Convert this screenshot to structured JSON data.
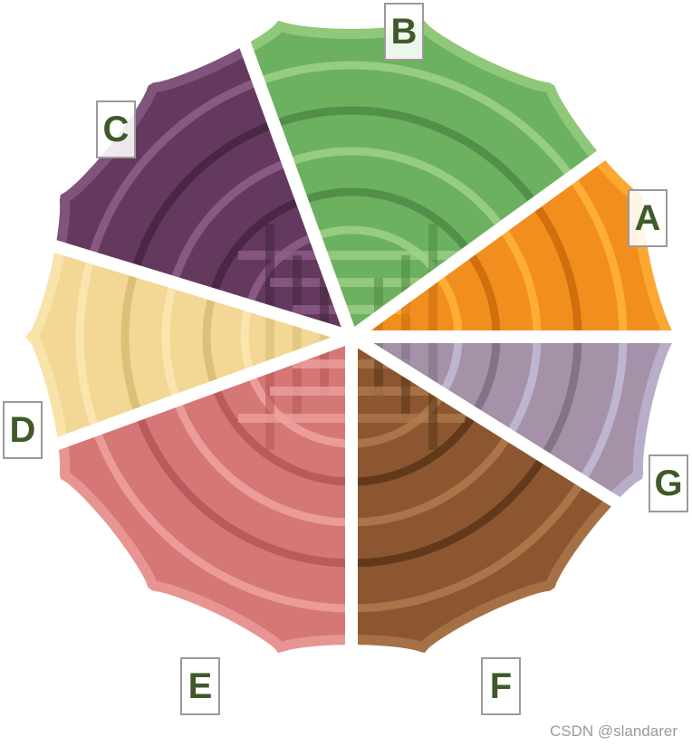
{
  "slices": [
    {
      "id": "A",
      "label": "A",
      "color": "#f28e1e",
      "pattern": "#ffb43c",
      "shadow": "#c96a0c"
    },
    {
      "id": "B",
      "label": "B",
      "color": "#6cb15f",
      "pattern": "#9fd286",
      "shadow": "#4e8a44"
    },
    {
      "id": "C",
      "label": "C",
      "color": "#633a5e",
      "pattern": "#8f5f89",
      "shadow": "#45253f"
    },
    {
      "id": "D",
      "label": "D",
      "color": "#f2d894",
      "pattern": "#fbe8b4",
      "shadow": "#d9bc73"
    },
    {
      "id": "E",
      "label": "E",
      "color": "#d57677",
      "pattern": "#eea39f",
      "shadow": "#b55657"
    },
    {
      "id": "F",
      "label": "F",
      "color": "#8c5730",
      "pattern": "#b07a4f",
      "shadow": "#5a3418"
    },
    {
      "id": "G",
      "label": "G",
      "color": "#a592a8",
      "pattern": "#c2bbd8",
      "shadow": "#7e6c82"
    }
  ],
  "label_style": {
    "text_color": "#3f5a2a",
    "border_color": "#9a9a9a"
  },
  "watermark": "CSDN @slandarer"
}
